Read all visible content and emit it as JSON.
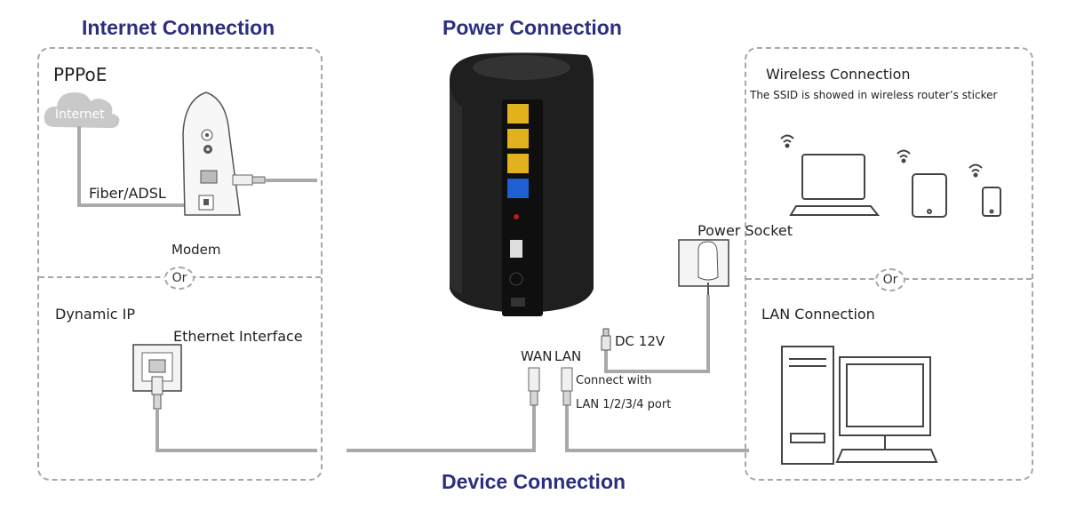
{
  "headings": {
    "internet": "Internet Connection",
    "power": "Power Connection",
    "device": "Device Connection"
  },
  "internet_panel": {
    "pppoe": "PPPoE",
    "cloud_label": "Internet",
    "fiber_adsl": "Fiber/ADSL",
    "modem": "Modem",
    "or": "Or",
    "dynamic_ip": "Dynamic IP",
    "ethernet_interface": "Ethernet Interface"
  },
  "power_panel": {
    "power_socket": "Power Socket",
    "dc": "DC 12V",
    "wan": "WAN",
    "lan": "LAN",
    "connect_with": "Connect with",
    "lan_ports": "LAN 1/2/3/4 port"
  },
  "device_panel": {
    "wireless_connection": "Wireless Connection",
    "ssid_note": "The SSID is showed in wireless router’s sticker",
    "or": "Or",
    "lan_connection": "LAN Connection"
  },
  "colors": {
    "heading": "#2b2f7e",
    "cable": "#a9a9a9",
    "router_body": "#1c1c1c",
    "lan_port": "#e2b21e",
    "wan_port": "#1f5fd1"
  }
}
